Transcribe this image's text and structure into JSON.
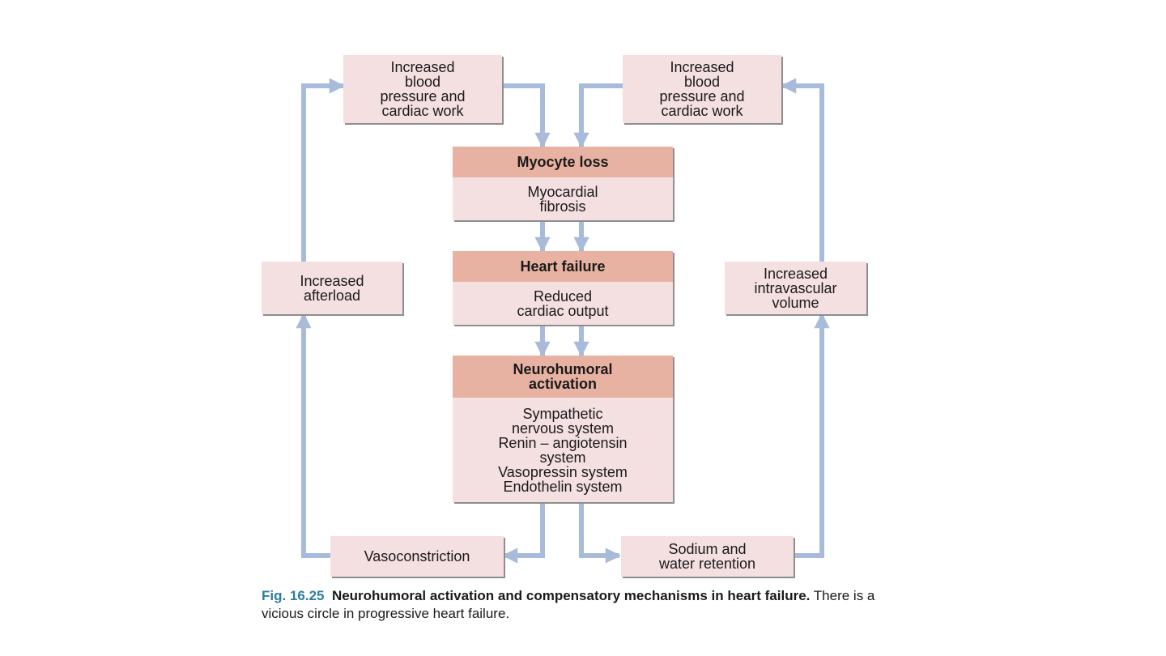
{
  "boxes": {
    "top_left": [
      "Increased",
      "blood",
      "pressure and",
      "cardiac work"
    ],
    "top_right": [
      "Increased",
      "blood",
      "pressure and",
      "cardiac work"
    ],
    "afterload": [
      "Increased",
      "afterload"
    ],
    "intravascular": [
      "Increased",
      "intravascular",
      "volume"
    ],
    "vasoconstriction": [
      "Vasoconstriction"
    ],
    "sodium": [
      "Sodium and",
      "water retention"
    ]
  },
  "central": {
    "myocyte": {
      "title": [
        "Myocyte loss"
      ],
      "body": [
        "Myocardial",
        "fibrosis"
      ]
    },
    "heart_failure": {
      "title": [
        "Heart failure"
      ],
      "body": [
        "Reduced",
        "cardiac output"
      ]
    },
    "neurohumoral": {
      "title": [
        "Neurohumoral",
        "activation"
      ],
      "body": [
        "Sympathetic",
        "nervous system",
        "Renin – angiotensin",
        "system",
        "Vasopressin system",
        "Endothelin system"
      ]
    }
  },
  "caption": {
    "fig_num": "Fig. 16.25",
    "fig_title": "Neurohumoral activation and compensatory mechanisms in heart failure.",
    "text": "There is a vicious circle in progressive heart failure."
  },
  "colors": {
    "arrow": "#a9bbdb",
    "box_fill": "#f4dfe1",
    "header_fill": "#e8b2a2",
    "fig_num": "#2c7ea1"
  }
}
